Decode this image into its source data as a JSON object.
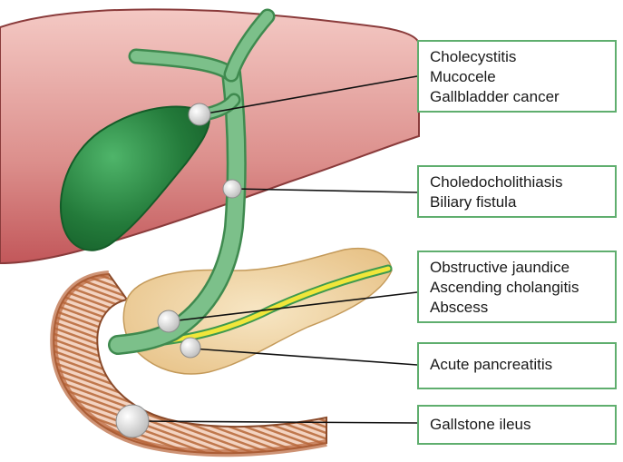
{
  "callouts": {
    "gallbladder": [
      "Cholecystitis",
      "Mucocele",
      "Gallbladder cancer"
    ],
    "bile_duct": [
      "Choledocholithiasis",
      "Biliary fistula"
    ],
    "ampulla": [
      "Obstructive jaundice",
      "Ascending cholangitis",
      "Abscess"
    ],
    "pancreas": [
      "Acute pancreatitis"
    ],
    "intestine": [
      "Gallstone ileus"
    ]
  },
  "colors": {
    "liver": "#d98a8a",
    "gallbladder": "#2f8a45",
    "bile_duct": "#7cc08a",
    "pancreas": "#f2d9a8",
    "pancreatic_duct": "#f0e63a",
    "duodenum": "#c97a4a",
    "stone": "#e6e6e6",
    "callout_border": "#5fae6e"
  }
}
